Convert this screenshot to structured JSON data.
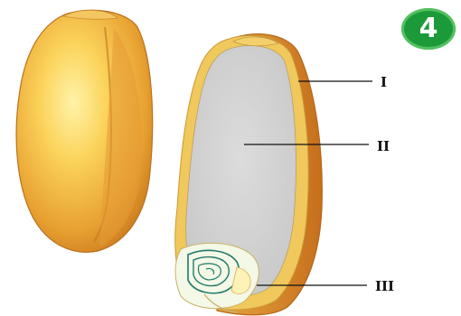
{
  "badge": {
    "number": "4",
    "color": "#1c9a3a"
  },
  "labels": [
    {
      "id": "I",
      "text": "I"
    },
    {
      "id": "II",
      "text": "II"
    },
    {
      "id": "III",
      "text": "III"
    }
  ],
  "colors": {
    "kernel_outer": "#e08f2a",
    "kernel_highlight": "#fbe08a",
    "endosperm_cut": "#d3d3d3",
    "embryo": "#f4f8e6",
    "embryo_lines": "#1f7a6a"
  }
}
